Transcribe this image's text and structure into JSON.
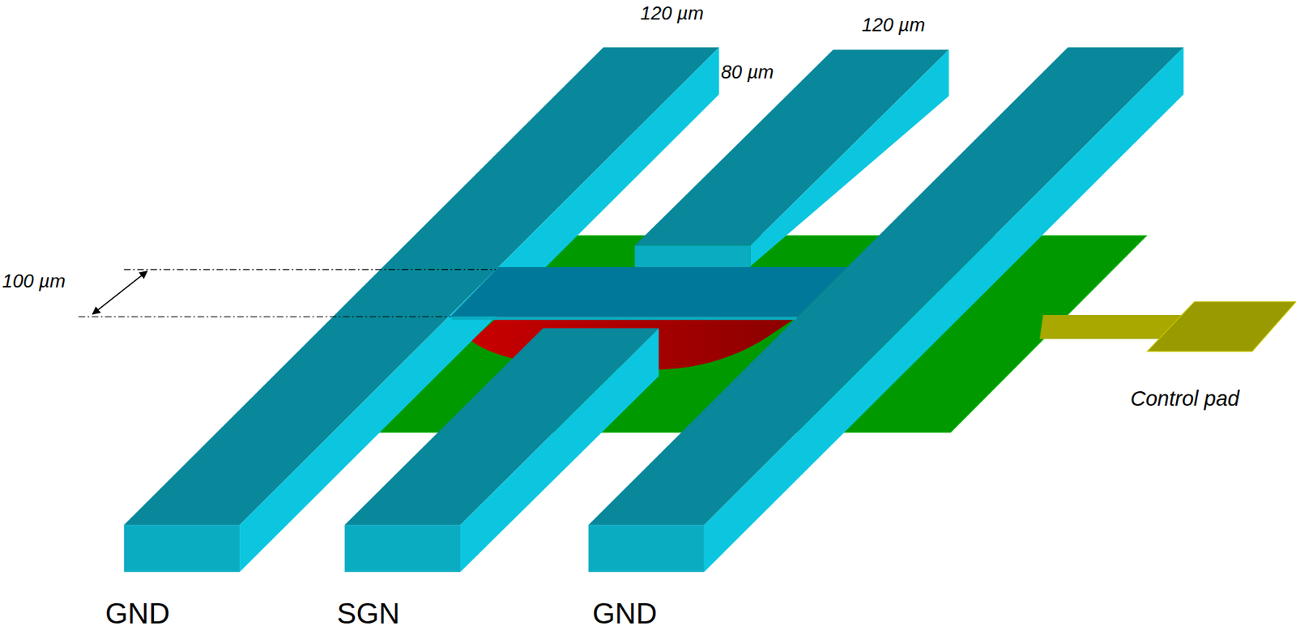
{
  "diagram": {
    "labels": [
      "120 µm",
      "120 µm",
      "80 µm",
      "100 µm",
      "Control pad",
      "GND",
      "SGN",
      "GND"
    ]
  }
}
